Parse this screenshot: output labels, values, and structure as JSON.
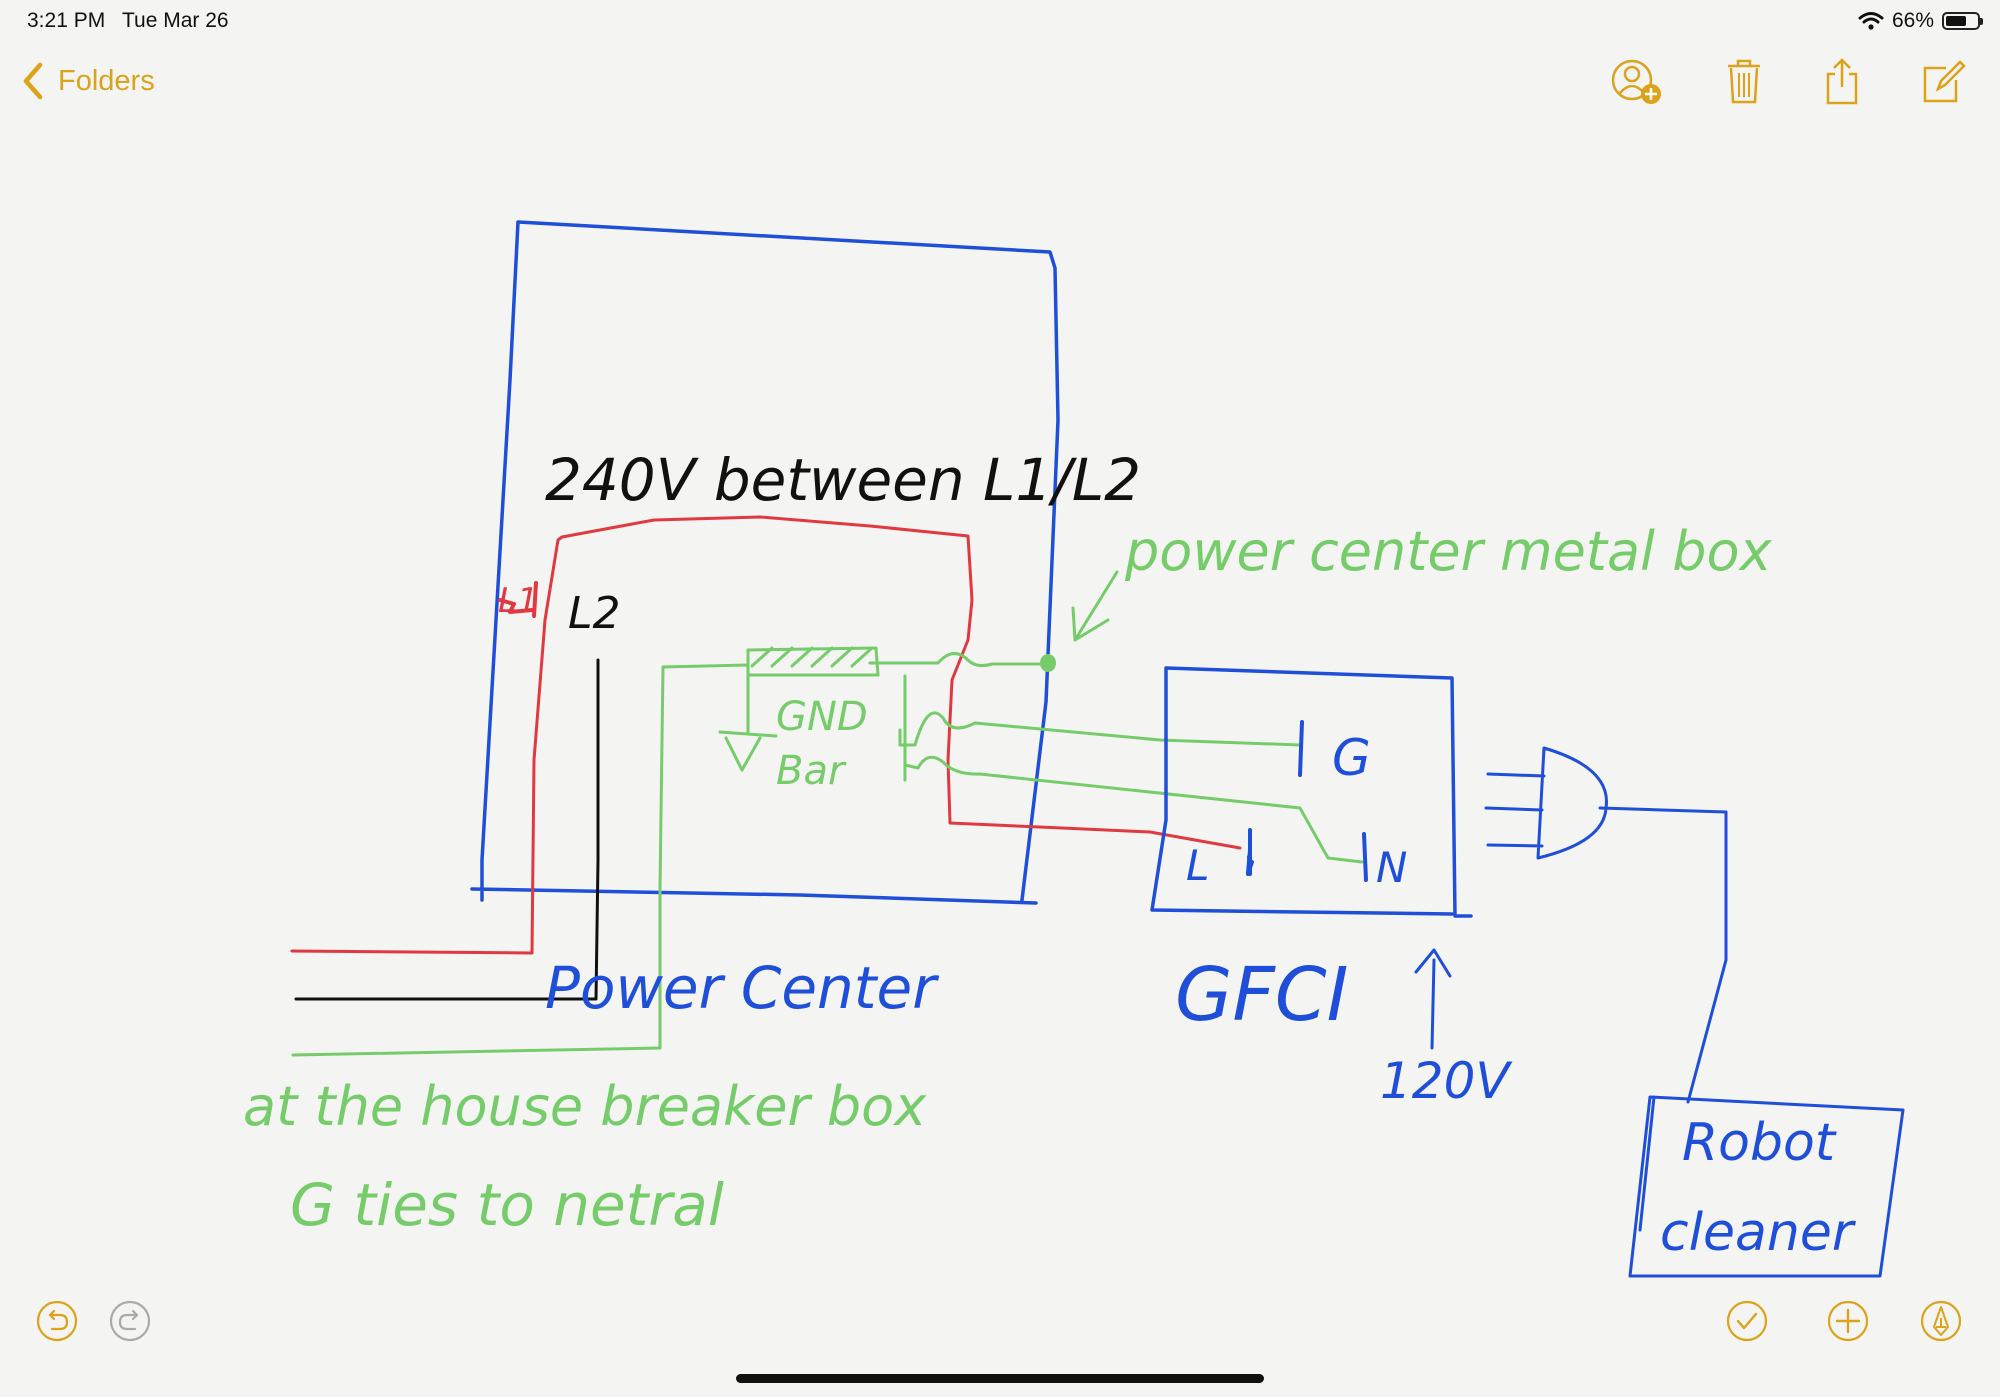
{
  "status_bar": {
    "time": "3:21 PM",
    "date": "Tue Mar 26",
    "battery_percent": "66%",
    "battery_level": 0.66
  },
  "nav": {
    "back_label": "Folders"
  },
  "icons": {
    "back": "chevron-left-icon",
    "add_person": "add-person-icon",
    "trash": "trash-icon",
    "share": "share-icon",
    "compose": "compose-icon",
    "undo": "undo-icon",
    "redo": "redo-icon",
    "checklist": "checkmark-circle-icon",
    "add": "plus-circle-icon",
    "markup": "pen-circle-icon"
  },
  "colors": {
    "accent": "#dba21a",
    "ink_blue": "#1f4fd8",
    "ink_red": "#e0393f",
    "ink_black": "#111111",
    "ink_green": "#76cc6a"
  },
  "sketch": {
    "voltage_note": "240V between L1/L2",
    "label_l1": "L1",
    "label_l2": "L2",
    "gnd_bar_line1": "GND",
    "gnd_bar_line2": "Bar",
    "metal_box_note": "power center metal box",
    "power_center": "Power Center",
    "gfci": "GFCI",
    "gfci_g": "G",
    "gfci_l": "L",
    "gfci_n": "N",
    "supply_120v": "120V",
    "breaker_note_line1": "at the house breaker box",
    "breaker_note_line2": "G ties to netral",
    "robot_line1": "Robot",
    "robot_line2": "cleaner"
  }
}
